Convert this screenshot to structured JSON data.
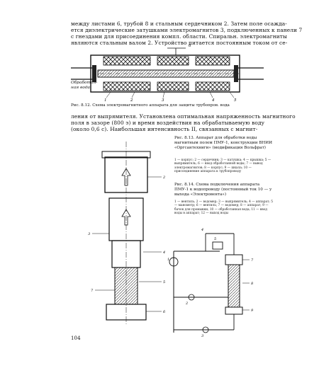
{
  "top_text": [
    "между листами 6, трубой 8 и стальным сердечником 2. Затем поле осажда-",
    "ется диэлектрические затушками электромагнитов 3, подключенных к панели 7",
    "с гнездами для присоединения компл. области. Спиральн. электромагниты",
    "являются стальным валом 2. Устройство питается постоянным током от се-"
  ],
  "fig_top": {
    "side_label": "Обработан-\nная вода",
    "caption": "Рис. 8.12. Схема электромагнитного аппарата для защиты трубопров. вода"
  },
  "mid_text": [
    "ления от выпрямителя. Установлена оптимальная напряженность магнитного",
    "поля в зазоре (800 э) и время воздействия на обрабатываемую воду",
    "(около 0,6 с). Наибольшая интенсивность II, связанных с магнит-"
  ],
  "fig_313": {
    "caption": "Рис. 8.13. Аппарат для обработки воды магнитным полем ПМУ-1, конструкции ВНИИ «Оргсантехниги» (модификация Вольфрат)",
    "legend": "1 — корпус; 2 — сердечник; 3 — катушка; 4 — крышка; 5 — выпрямитель; 6 — ввод обработанной воды; 7 — вывод электромагнитов; 8 — корпус; 9 — шкала; 10 — присоединение аппарата к трубопроводу"
  },
  "fig_314": {
    "caption": "Рис. 8.14. Схема подключения аппарата ПМУ-1 к водопроводу (постоянный ток 10 — у выхода «Электровента»)",
    "legend": "1 — вентиль; 2 — водомер; 3 — выпрямитель; 4 — аппарат; 5 — манометр; 6 — вентиль; 7 — водомер; 8 — аппарат; 9 — бачок для промывки; 10 — обработанная вода; 11 — ввод воды в аппарат; 12 — выход воды"
  },
  "page_number": "104"
}
